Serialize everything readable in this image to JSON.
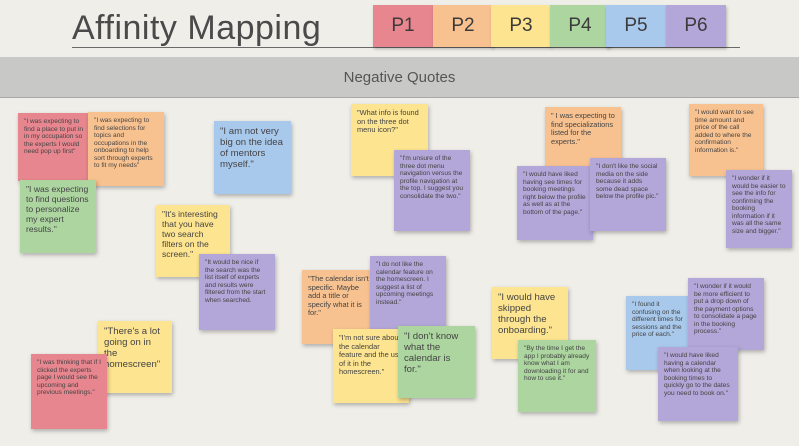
{
  "header": {
    "title": "Affinity Mapping",
    "tags": [
      {
        "label": "P1",
        "color": "#e8868f"
      },
      {
        "label": "P2",
        "color": "#f8c290"
      },
      {
        "label": "P3",
        "color": "#fde490"
      },
      {
        "label": "P4",
        "color": "#acd5a0"
      },
      {
        "label": "P5",
        "color": "#a8c9ec"
      },
      {
        "label": "P6",
        "color": "#b3a6d8"
      }
    ]
  },
  "banner": {
    "title": "Negative Quotes"
  },
  "notes": [
    "\"I was expecting to find a place to put in in my occupation so the experts I would need pop up first\"",
    "\"I was expecting to find selections for topics and occupations in the onboarding to help sort through experts to fit my needs\"",
    "\"I was expecting to find questions to personalize my expert results.\"",
    "\"I am not very big on the idea of mentors myself.\"",
    "\"It's interesting that you have two search filters on the screen.\"",
    "\"It would be nice if the search was the list itself of experts and results were filtered from the start when searched.",
    "\"There's a lot going on in the homescreen\"",
    "\"I was thinking that if I clicked the experts page I would see the upcoming and previous meetings.\"",
    "\"What info is found on the three dot menu icon?\"",
    "\"I'm unsure of the three dot menu navigation versus the profile navigation at the top. I suggest you consolidate the two.\"",
    "\"The calendar isn't specific. Maybe add a title or specify what it is for.\"",
    "\"I do not like the calendar feature on the homescreen. I suggest a list of upcoming meetings instead.\"",
    "\"I'm not sure about the calendar feature and the use of it in the homescreen.\"",
    "\"I don't know what the calendar is for.\"",
    "\" I was expecting to find specializations listed for the experts.\"",
    "\"I would have liked having see times for booking meetings right below the profile as well as at the bottom of the page.\"",
    "\"I don't like the social media on the side because it adds some dead space below the profile pic.\"",
    "\"I would want to see time amount and price of the call added to where the confirmation information is.\"",
    "\"I wonder if it would be easier to see the info for confirming the booking information if it was all the same size and bigger.\"",
    "\"I would have skipped through the onboarding.\"",
    "\"By the time I get the app I probably already know what I am downloading it for and how to use it.\"",
    "\"I found it confusing on the different times for sessions and the price of each.\"",
    "\"I wonder if it would be more efficient to put a drop down of the payment options to consolidate a page in the booking process.\"",
    "\"I would have liked having a calendar when looking at the booking times to quickly go to the dates you need to book on.\""
  ]
}
